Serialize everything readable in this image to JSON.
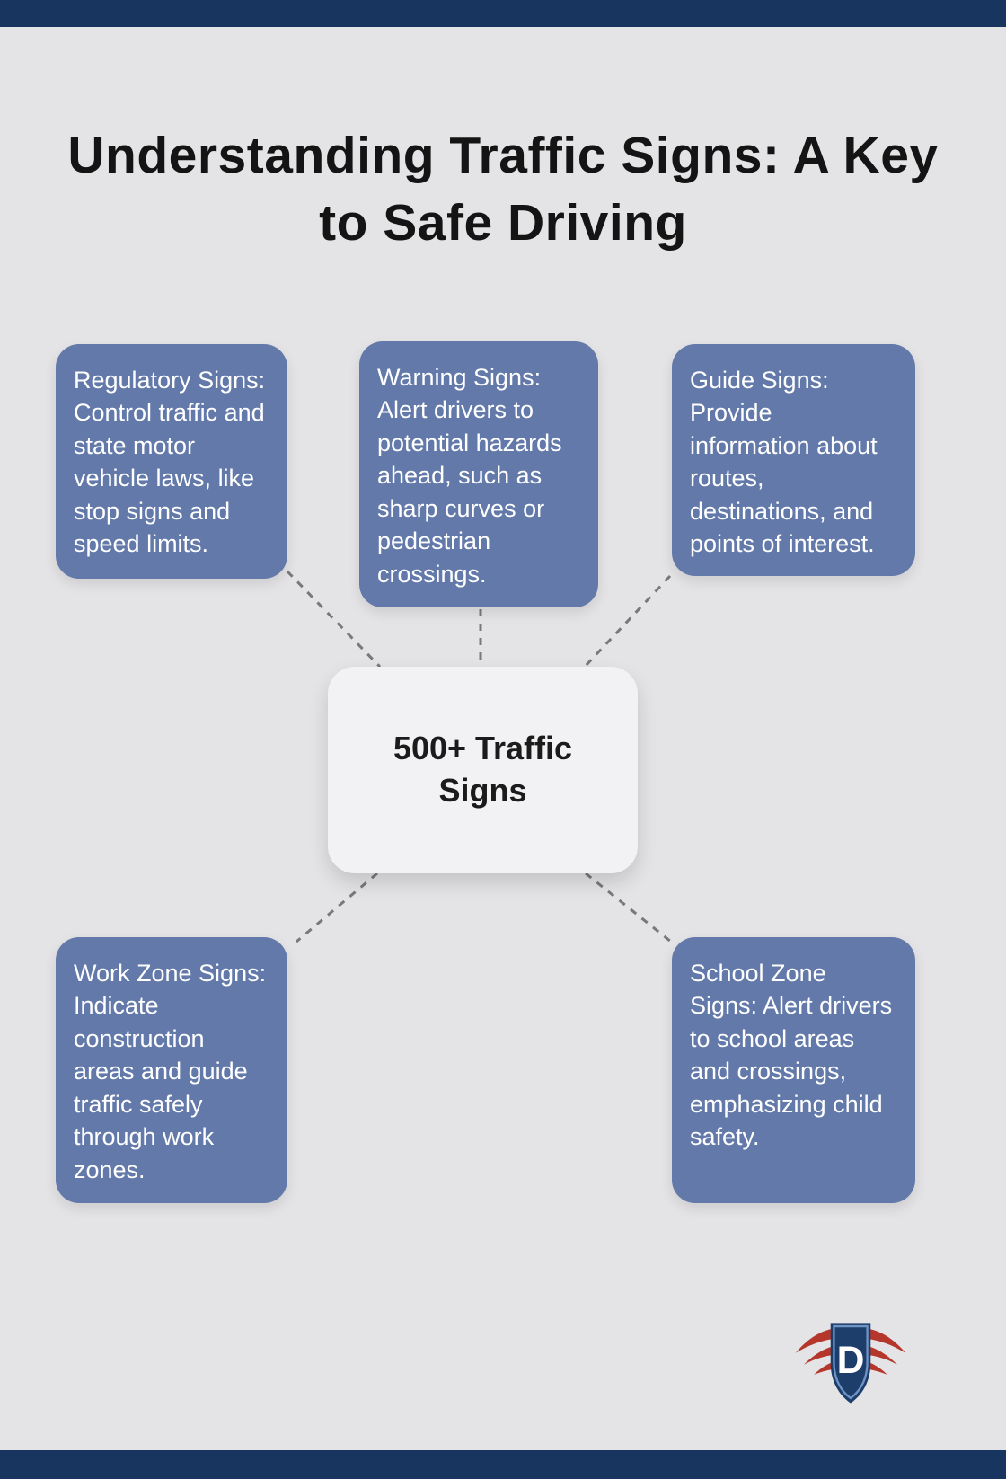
{
  "header": {
    "title": "Understanding Traffic Signs: A Key to Safe Driving"
  },
  "center": {
    "label": "500+ Traffic Signs"
  },
  "nodes": [
    {
      "id": "regulatory",
      "text": "Regulatory Signs: Control traffic and state motor vehicle laws, like stop signs and speed limits."
    },
    {
      "id": "warning",
      "text": "Warning Signs: Alert drivers to potential hazards ahead, such as sharp curves or pedestrian crossings."
    },
    {
      "id": "guide",
      "text": "Guide Signs: Provide information about routes, destinations, and points of interest."
    },
    {
      "id": "work-zone",
      "text": "Work Zone Signs: Indicate construction areas and guide traffic safely through work zones."
    },
    {
      "id": "school-zone",
      "text": "School Zone Signs: Alert drivers to school areas and crossings, emphasizing child safety."
    }
  ],
  "logo": {
    "letter": "D"
  },
  "colors": {
    "background": "#e4e3e5",
    "bar_navy": "#17355e",
    "node_blue": "#6279aa",
    "node_text": "#ffffff",
    "center_card": "#f2f1f3",
    "title_text": "#141414",
    "connector_gray": "#797979",
    "logo_red": "#b5372c",
    "logo_shield": "#1d3e6b"
  }
}
